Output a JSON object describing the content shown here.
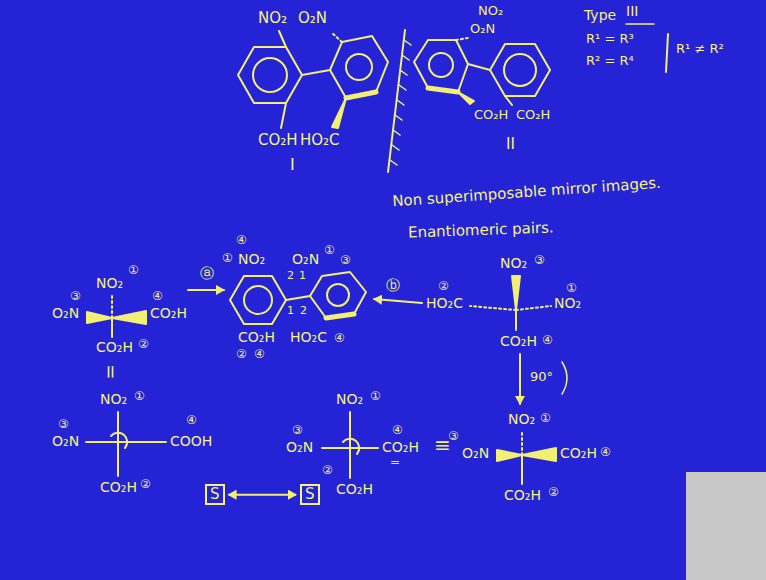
{
  "diagram": {
    "nodes": [
      {
        "text": [
          "S"
        ]
      },
      {
        "text": [
          "S"
        ]
      }
    ],
    "edges": [
      {
        "from": 0,
        "to": 1,
        "arrow": "both"
      }
    ],
    "labels": [
      "NO₂",
      "O₂N",
      "CO₂H",
      "HO₂C",
      "I",
      "NO₂",
      "O₂N",
      "CO₂H",
      "CO₂H",
      "II",
      "Type",
      "III",
      "R¹ = R³",
      "R² = R⁴",
      "R¹ ≠ R²",
      "Non superimposable mirror images.",
      "Enantiomeric pairs.",
      "④",
      "①",
      "NO₂",
      "O₂N",
      "①",
      "③",
      "2",
      "1",
      "1",
      "2",
      "CO₂H",
      "HO₂C",
      "②",
      "④",
      "④",
      "ⓐ",
      "NO₂",
      "①",
      "③",
      "O₂N",
      "④",
      "CO₂H",
      "CO₂H",
      "②",
      "=",
      "NO₂",
      "①",
      "③",
      "O₂N",
      "④",
      "COOH",
      "CO₂H",
      "②",
      "NO₂",
      "①",
      "③",
      "O₂N",
      "④",
      "CO₂H",
      "=",
      "CO₂H",
      "②",
      "≡",
      "NO₂",
      "③",
      "①",
      "NO₂",
      "②",
      "HO₂C",
      "CO₂H",
      "④",
      "ⓑ",
      "90°",
      "NO₂",
      "①",
      "③",
      "O₂N",
      "CO₂H",
      "④",
      "CO₂H",
      "②"
    ]
  }
}
